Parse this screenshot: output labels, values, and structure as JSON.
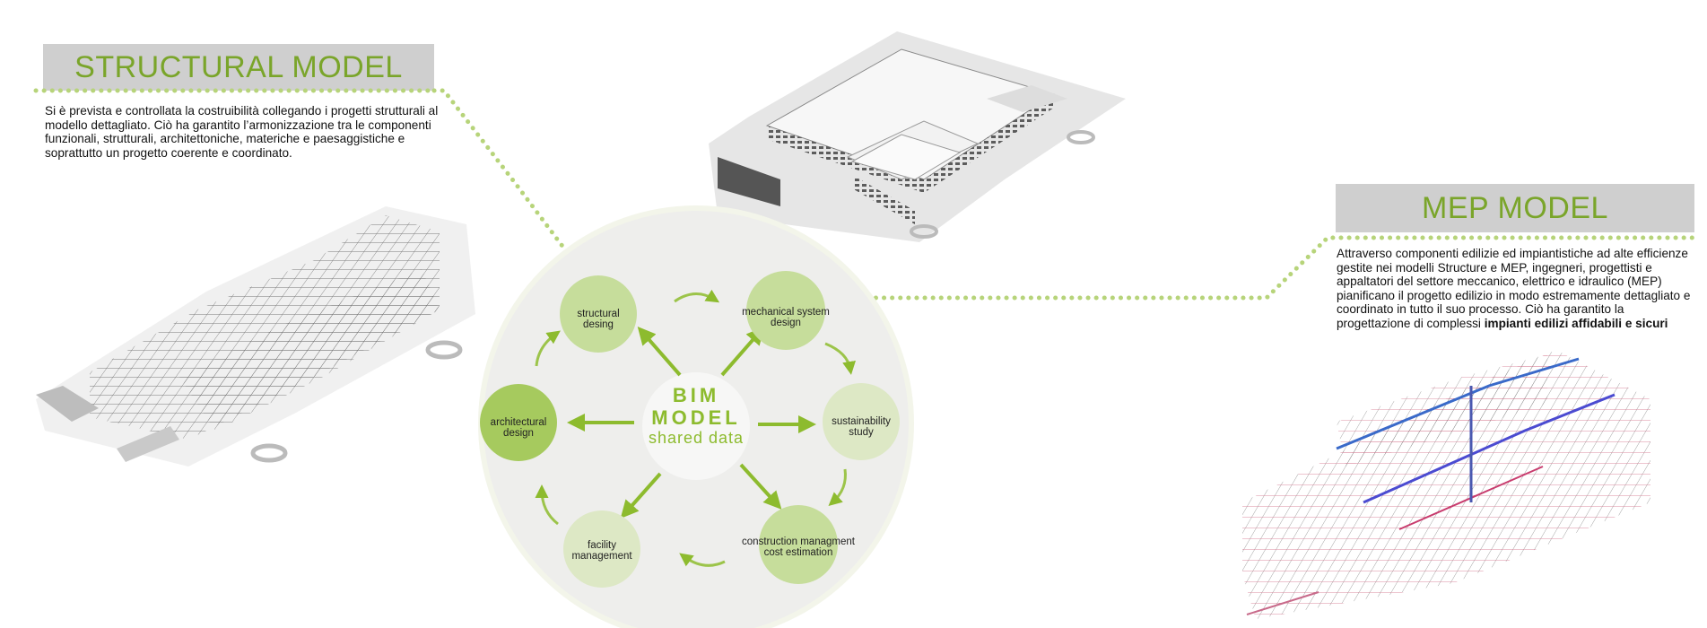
{
  "structural": {
    "title": "STRUCTURAL MODEL",
    "description": "Si è prevista e controllata la costruibilità collegando i progetti strutturali al modello dettagliato. Ciò ha garantito l’armonizzazione tra le componenti funzionali, strutturali, architettoniche, materiche e paesaggistiche e soprattutto un progetto coerente e coordinato."
  },
  "mep": {
    "title": "MEP MODEL",
    "description": "Attraverso componenti edilizie ed impiantistiche ad alte efficienze gestite nei modelli Structure e MEP, ingegneri, progettisti e appaltatori del settore meccanico, elettrico e idraulico (MEP) pianificano il progetto edilizio in modo estremamente dettagliato e coordinato in tutto il suo processo. Ciò ha garantito la progettazione di complessi ",
    "description_bold": "impianti edilizi affidabili e sicuri"
  },
  "bim": {
    "line1": "BIM",
    "line2": "MODEL",
    "line3": "shared data"
  },
  "nodes": {
    "structural": [
      "structural",
      "desing"
    ],
    "mechanical": [
      "mechanical system",
      "design"
    ],
    "sustainability": [
      "sustainability",
      "study"
    ],
    "construction": [
      "construction managment",
      "cost estimation"
    ],
    "facility": [
      "facility",
      "management"
    ],
    "architectural": [
      "architectural",
      "design"
    ]
  },
  "colors": {
    "accent": "#7aa52a",
    "arrow": "#8dbb2e",
    "title_bg": "#cfcfcf",
    "circle_bg": "#eeeeec",
    "node_dark": "#a6ca5e",
    "node_mid": "#c6dd9b",
    "node_light": "#dde8c5"
  },
  "images": {
    "structural_model": "structural-frame-axonometric-illustration",
    "architectural_model": "building-complex-axonometric-illustration",
    "mep_model": "mep-systems-axonometric-illustration"
  }
}
